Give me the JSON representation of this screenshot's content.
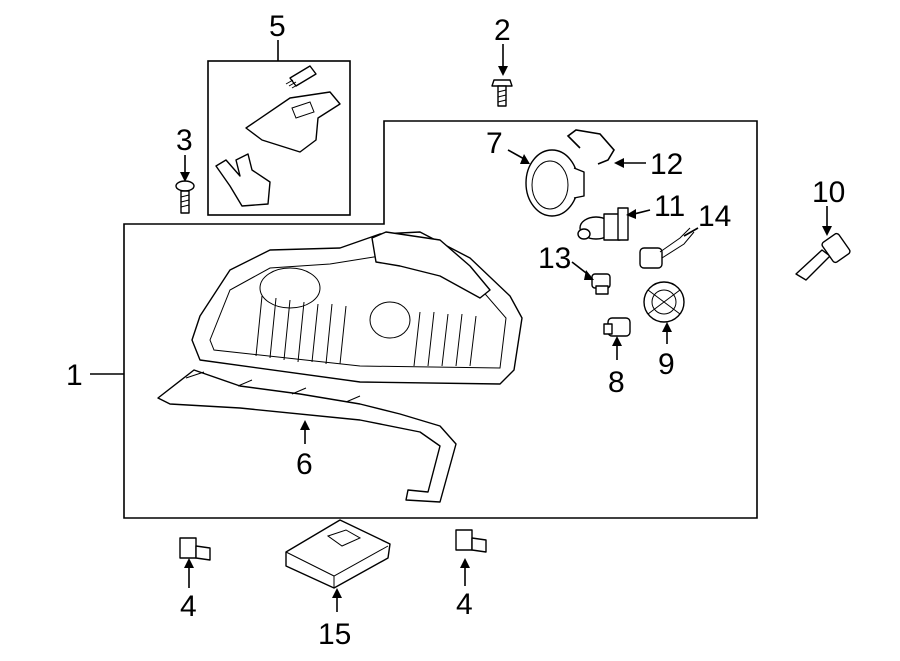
{
  "callouts": [
    {
      "id": "1",
      "text": "1"
    },
    {
      "id": "2",
      "text": "2"
    },
    {
      "id": "3",
      "text": "3"
    },
    {
      "id": "4a",
      "text": "4"
    },
    {
      "id": "4b",
      "text": "4"
    },
    {
      "id": "5",
      "text": "5"
    },
    {
      "id": "6",
      "text": "6"
    },
    {
      "id": "7",
      "text": "7"
    },
    {
      "id": "8",
      "text": "8"
    },
    {
      "id": "9",
      "text": "9"
    },
    {
      "id": "10",
      "text": "10"
    },
    {
      "id": "11",
      "text": "11"
    },
    {
      "id": "12",
      "text": "12"
    },
    {
      "id": "13",
      "text": "13"
    },
    {
      "id": "14",
      "text": "14"
    },
    {
      "id": "15",
      "text": "15"
    }
  ]
}
